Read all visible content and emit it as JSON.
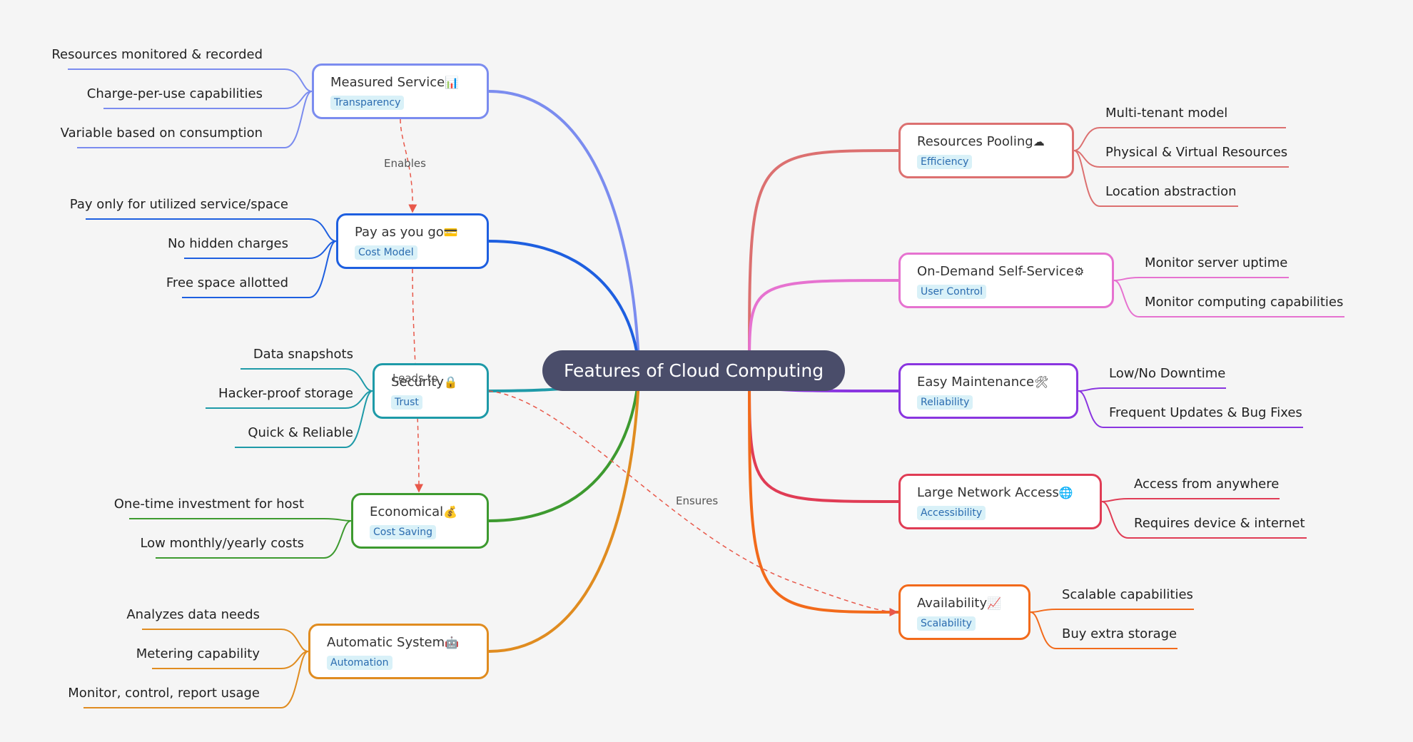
{
  "center": {
    "label": "Features of Cloud Computing"
  },
  "branches": [
    {
      "id": "measured",
      "title": "Measured Service",
      "emoji": "📊",
      "tag": "Transparency",
      "color": "#7b8cef",
      "children": [
        "Resources monitored & recorded",
        "Charge-per-use capabilities",
        "Variable based on consumption"
      ]
    },
    {
      "id": "payg",
      "title": "Pay as you go",
      "emoji": "💳",
      "tag": "Cost Model",
      "color": "#1e5fe0",
      "children": [
        "Pay only for utilized service/space",
        "No hidden charges",
        "Free space allotted"
      ]
    },
    {
      "id": "security",
      "title": "Security",
      "emoji": "🔒",
      "tag": "Trust",
      "color": "#1e9aa8",
      "children": [
        "Data snapshots",
        "Hacker-proof storage",
        "Quick & Reliable"
      ]
    },
    {
      "id": "economical",
      "title": "Economical",
      "emoji": "💰",
      "tag": "Cost Saving",
      "color": "#3d9a2f",
      "children": [
        "One-time investment for host",
        "Low monthly/yearly costs"
      ]
    },
    {
      "id": "automatic",
      "title": "Automatic System",
      "emoji": "🤖",
      "tag": "Automation",
      "color": "#e08c20",
      "children": [
        "Analyzes data needs",
        "Metering capability",
        "Monitor, control, report usage"
      ]
    },
    {
      "id": "pooling",
      "title": "Resources Pooling",
      "emoji": "☁",
      "tag": "Efficiency",
      "color": "#dc7070",
      "children": [
        "Multi-tenant model",
        "Physical & Virtual Resources",
        "Location abstraction"
      ]
    },
    {
      "id": "ondemand",
      "title": "On-Demand Self-Service",
      "emoji": "⚙",
      "tag": "User Control",
      "color": "#e672d0",
      "children": [
        "Monitor server uptime",
        "Monitor computing capabilities"
      ]
    },
    {
      "id": "maintenance",
      "title": "Easy Maintenance",
      "emoji": "🛠",
      "tag": "Reliability",
      "color": "#8a35e0",
      "children": [
        "Low/No Downtime",
        "Frequent Updates & Bug Fixes"
      ]
    },
    {
      "id": "network",
      "title": "Large Network Access",
      "emoji": "🌐",
      "tag": "Accessibility",
      "color": "#e03c55",
      "children": [
        "Access from anywhere",
        "Requires device & internet"
      ]
    },
    {
      "id": "availability",
      "title": "Availability",
      "emoji": "📈",
      "tag": "Scalability",
      "color": "#f26a1b",
      "children": [
        "Scalable capabilities",
        "Buy extra storage"
      ]
    }
  ],
  "relations": [
    {
      "from": "measured",
      "to": "payg",
      "label": "Enables"
    },
    {
      "from": "payg",
      "to": "economical",
      "label": "Leads to"
    },
    {
      "from": "security",
      "to": "availability",
      "label": "Ensures"
    }
  ],
  "colors": {
    "relation": "#e8584a",
    "center": "#4a4d6a",
    "background": "#f5f5f5"
  }
}
